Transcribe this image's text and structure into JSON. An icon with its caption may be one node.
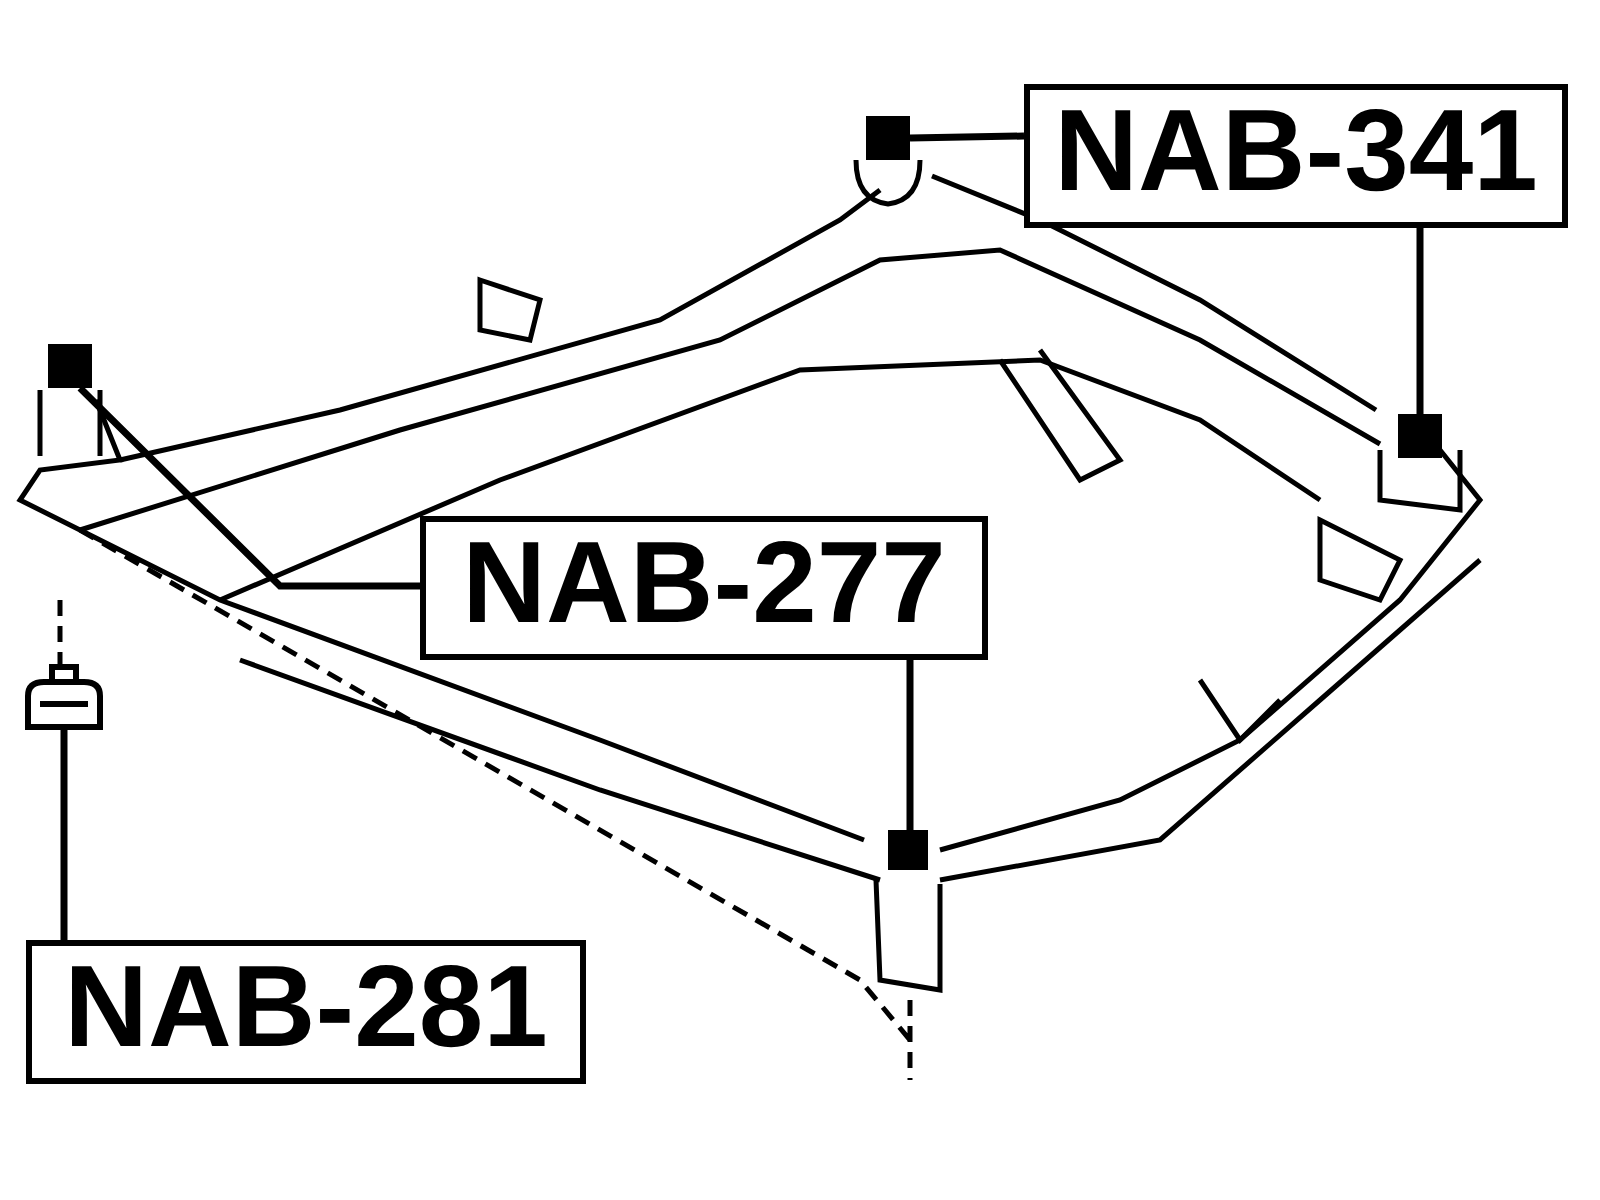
{
  "diagram": {
    "nodes": [
      {
        "text": [
          "NAB-341"
        ]
      },
      {
        "text": [
          "NAB-277"
        ]
      },
      {
        "text": [
          "NAB-281"
        ]
      },
      {
        "text": [],
        "shape": "box"
      },
      {
        "text": [],
        "shape": "box"
      },
      {
        "text": [],
        "shape": "box"
      },
      {
        "text": [],
        "shape": "box"
      },
      {
        "text": [],
        "shape": "picture"
      }
    ],
    "edges": [
      {
        "from": 0,
        "to": 3,
        "arrow": "none"
      },
      {
        "from": 0,
        "to": 4,
        "arrow": "none"
      },
      {
        "from": 1,
        "to": 5,
        "arrow": "none"
      },
      {
        "from": 1,
        "to": 6,
        "arrow": "none"
      },
      {
        "from": 2,
        "to": 7,
        "arrow": "none"
      }
    ]
  }
}
